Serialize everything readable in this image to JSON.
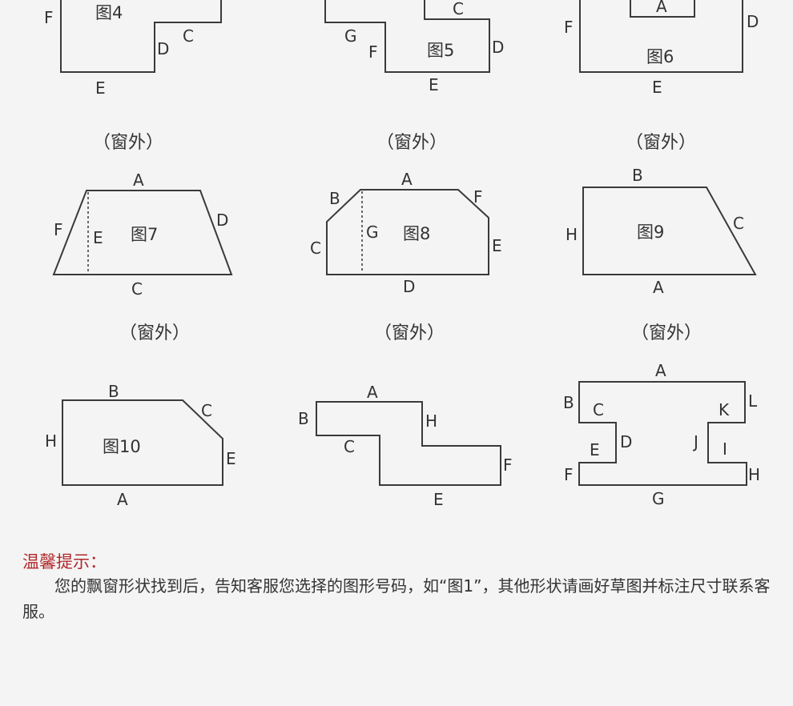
{
  "figures": [
    {
      "id": "fig4",
      "caption": "图4",
      "labels": [
        "F",
        "D",
        "C",
        "E"
      ]
    },
    {
      "id": "fig5",
      "caption": "图5",
      "labels": [
        "C",
        "G",
        "F",
        "D",
        "E"
      ]
    },
    {
      "id": "fig6",
      "caption": "图6",
      "labels": [
        "A",
        "F",
        "D",
        "E"
      ]
    },
    {
      "id": "fig7",
      "caption": "图7",
      "labels": [
        "A",
        "F",
        "E",
        "D",
        "C"
      ]
    },
    {
      "id": "fig8",
      "caption": "图8",
      "labels": [
        "A",
        "B",
        "F",
        "C",
        "G",
        "E",
        "D"
      ]
    },
    {
      "id": "fig9",
      "caption": "图9",
      "labels": [
        "B",
        "H",
        "C",
        "A"
      ]
    },
    {
      "id": "fig10",
      "caption": "图10",
      "labels": [
        "B",
        "C",
        "H",
        "E",
        "A"
      ]
    },
    {
      "id": "fig11",
      "caption": "",
      "labels": [
        "A",
        "B",
        "H",
        "C",
        "F",
        "E"
      ]
    },
    {
      "id": "fig12",
      "caption": "",
      "labels": [
        "A",
        "B",
        "L",
        "C",
        "K",
        "D",
        "J",
        "E",
        "I",
        "F",
        "H",
        "G"
      ]
    }
  ],
  "window_outside": "（窗外）",
  "tip": {
    "title": "温馨提示：",
    "body": "您的飘窗形状找到后，告知客服您选择的图形号码，如“图1”，其他形状请画好草图并标注尺寸联系客服。"
  }
}
